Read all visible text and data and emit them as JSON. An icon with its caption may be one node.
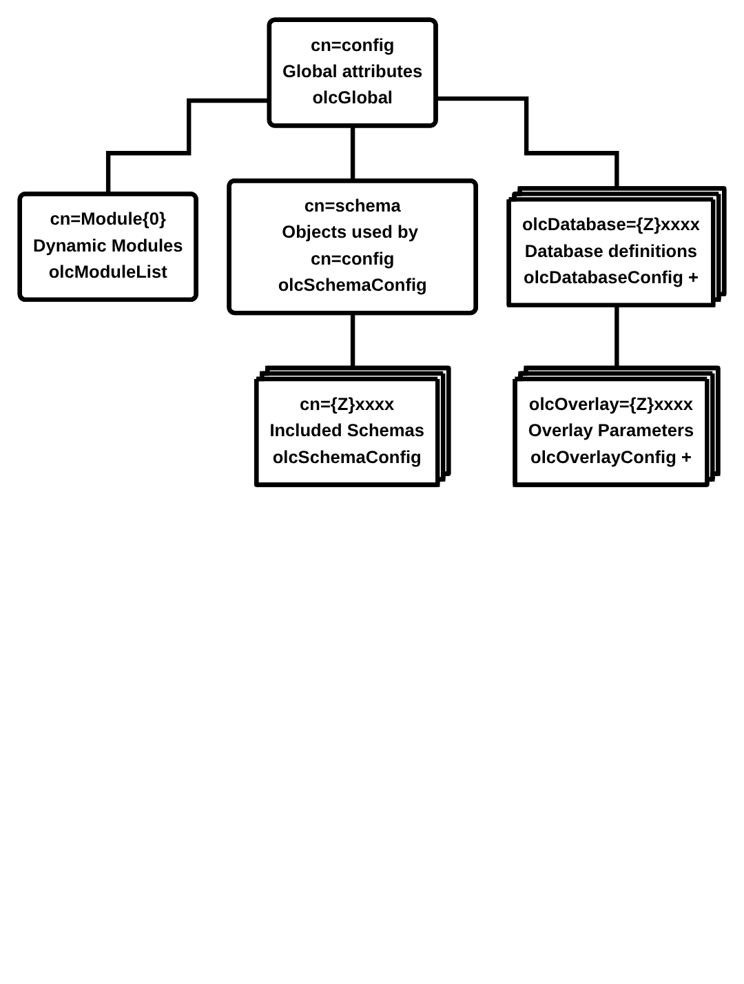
{
  "diagram": {
    "nodes": [
      {
        "text": [
          "cn=config",
          "Global attributes",
          "olcGlobal"
        ]
      },
      {
        "text": [
          "cn=Module{0}",
          "Dynamic Modules",
          "olcModuleList"
        ]
      },
      {
        "text": [
          "cn=schema",
          "Objects used by cn=config",
          "olcSchemaConfig"
        ]
      },
      {
        "text": [
          "cn={Z}xxxx",
          "Included Schemas",
          "olcSchemaConfig"
        ]
      },
      {
        "text": [
          "olcDatabase={Z}xxxx",
          "Database definitions",
          "olcDatabaseConfig +"
        ]
      },
      {
        "text": [
          "olcOverlay={Z}xxxx",
          "Overlay Parameters",
          "olcOverlayConfig +"
        ]
      }
    ],
    "edges": [
      {
        "from": 0,
        "to": 1,
        "arrow": "none"
      },
      {
        "from": 0,
        "to": 2,
        "arrow": "none"
      },
      {
        "from": 2,
        "to": 3,
        "arrow": "none"
      },
      {
        "from": 0,
        "to": 4,
        "arrow": "none"
      },
      {
        "from": 4,
        "to": 5,
        "arrow": "none"
      }
    ]
  }
}
